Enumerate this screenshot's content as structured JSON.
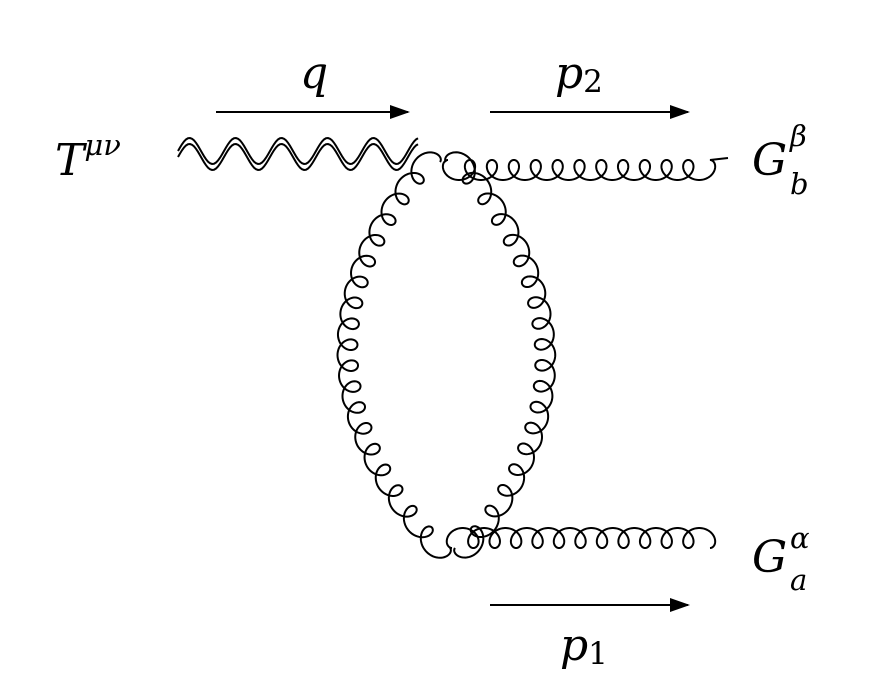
{
  "vertices": {
    "source": {
      "label": "T",
      "superscript": "μν"
    },
    "outgoing_top": {
      "label": "G",
      "superscript": "β",
      "subscript": "b"
    },
    "outgoing_bottom": {
      "label": "G",
      "superscript": "α",
      "subscript": "a"
    }
  },
  "momenta": {
    "incoming": {
      "label": "q"
    },
    "top": {
      "label": "p",
      "subscript": "2"
    },
    "bottom": {
      "label": "p",
      "subscript": "1"
    }
  },
  "lines": [
    {
      "name": "graviton-line",
      "kind": "double-wavy"
    },
    {
      "name": "gluon-top-line",
      "kind": "curly"
    },
    {
      "name": "gluon-bottom-line",
      "kind": "curly"
    },
    {
      "name": "gluon-loop-left",
      "kind": "curly"
    },
    {
      "name": "gluon-loop-right",
      "kind": "curly"
    }
  ]
}
